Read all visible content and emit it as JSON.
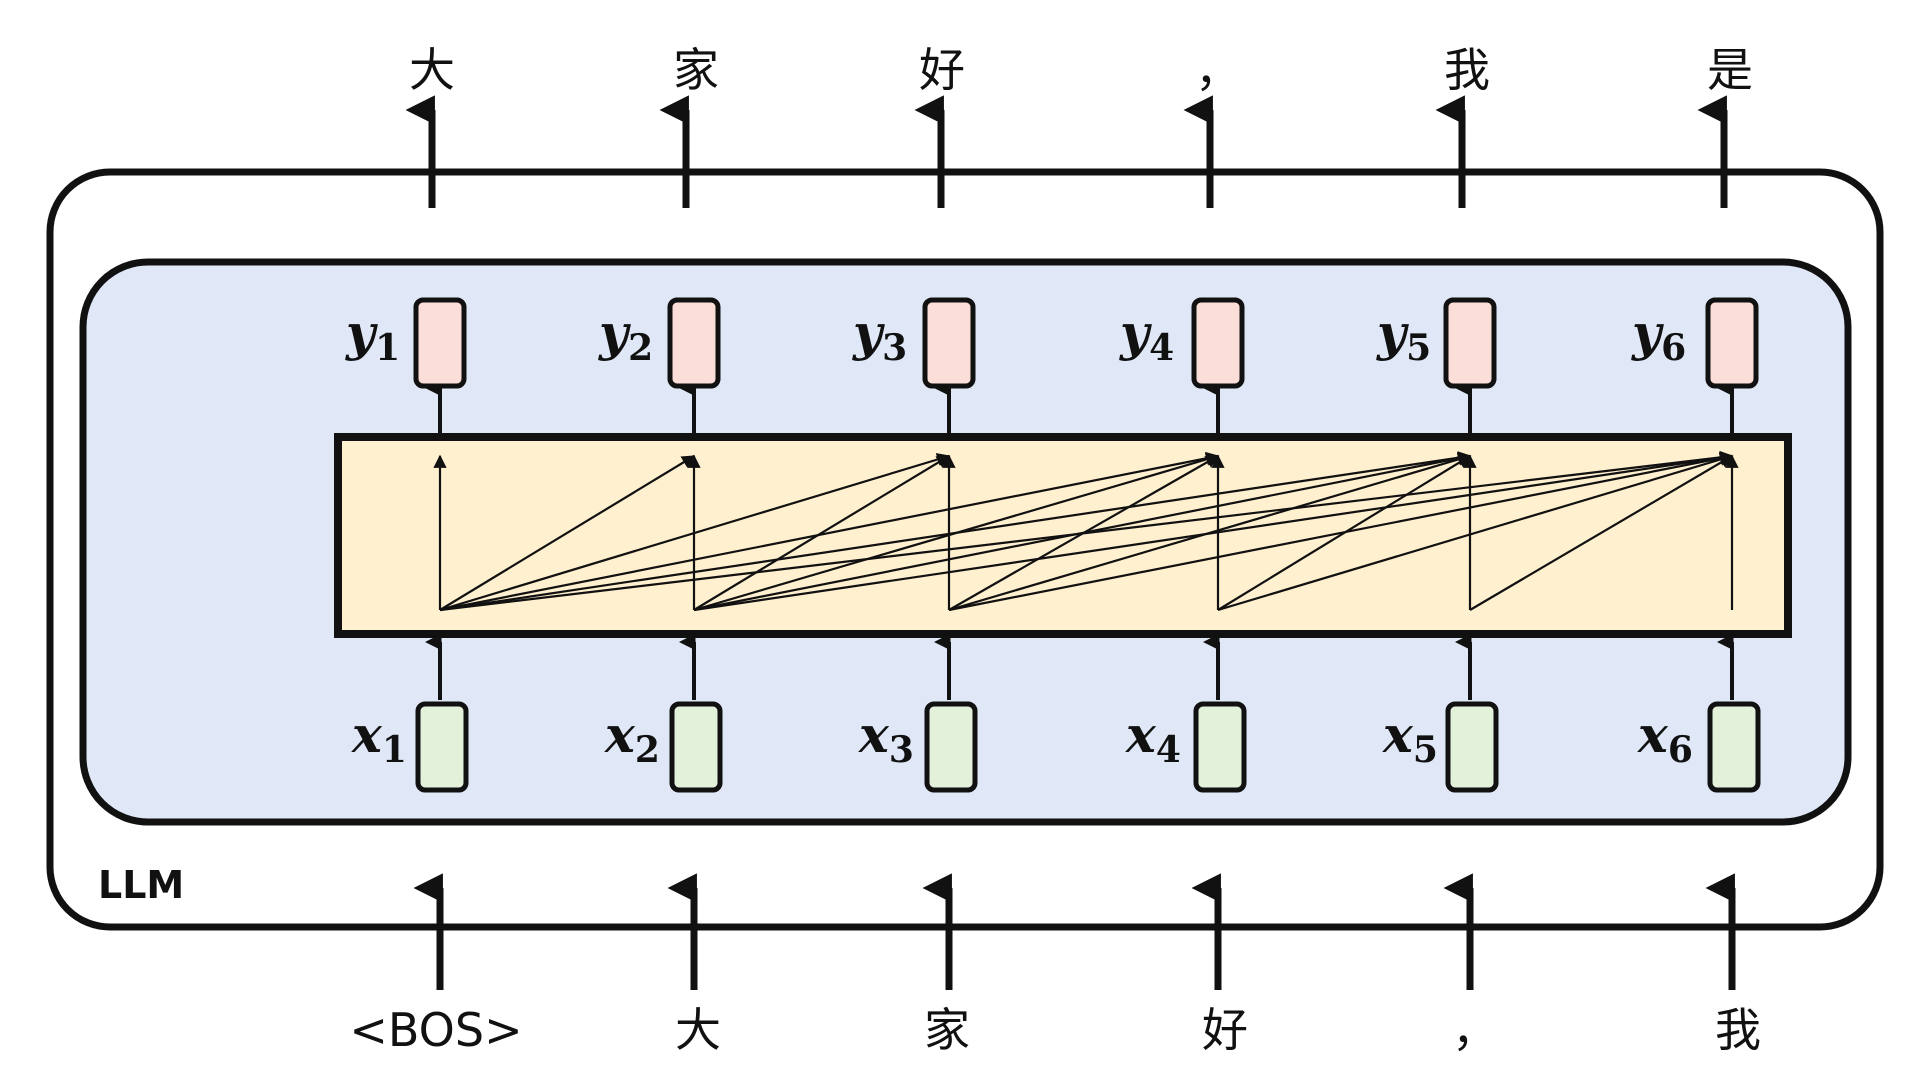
{
  "model": {
    "label": "LLM"
  },
  "input_tokens": [
    "<BOS>",
    "大",
    "家",
    "好",
    "，",
    "我"
  ],
  "output_tokens": [
    "大",
    "家",
    "好",
    "，",
    "我",
    "是"
  ],
  "inputs": [
    {
      "var": "x",
      "sub": "1"
    },
    {
      "var": "x",
      "sub": "2"
    },
    {
      "var": "x",
      "sub": "3"
    },
    {
      "var": "x",
      "sub": "4"
    },
    {
      "var": "x",
      "sub": "5"
    },
    {
      "var": "x",
      "sub": "6"
    }
  ],
  "outputs": [
    {
      "var": "y",
      "sub": "1"
    },
    {
      "var": "y",
      "sub": "2"
    },
    {
      "var": "y",
      "sub": "3"
    },
    {
      "var": "y",
      "sub": "4"
    },
    {
      "var": "y",
      "sub": "5"
    },
    {
      "var": "y",
      "sub": "6"
    }
  ],
  "colors": {
    "outer_fill": "#ffffff",
    "inner_fill": "#e0e8f8",
    "attention_fill": "#fff0d0",
    "input_box_fill": "#e3f0da",
    "output_box_fill": "#fbded7",
    "stroke": "#111111"
  }
}
